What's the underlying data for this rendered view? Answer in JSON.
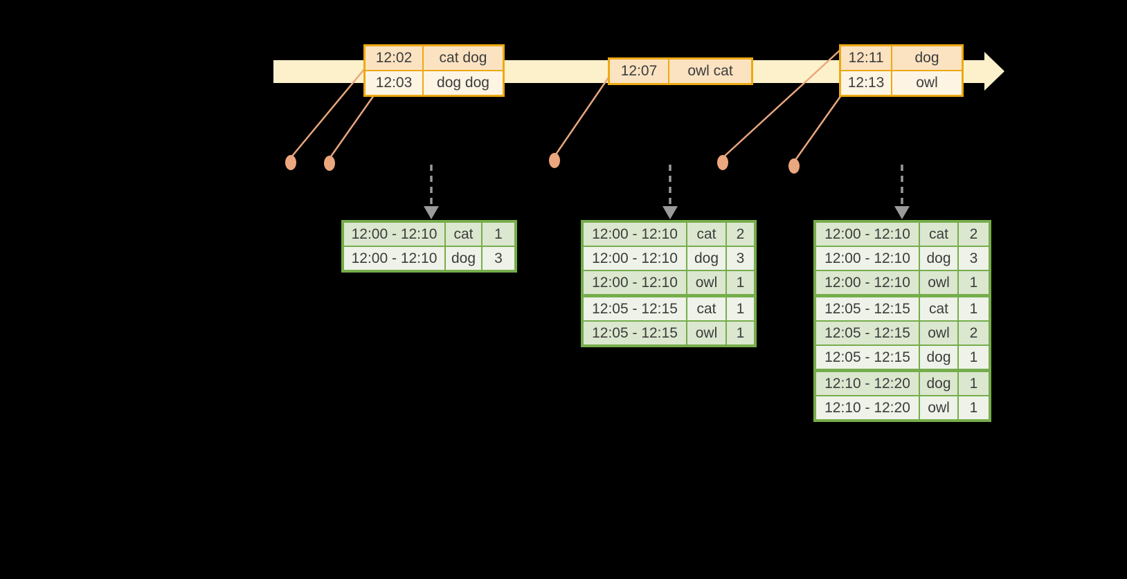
{
  "colors": {
    "background": "#000000",
    "timeline_band": "#fdf1cb",
    "event_border": "#eda912",
    "event_fill_dark": "#fbe2c1",
    "event_fill_light": "#fdf4e3",
    "marker_salmon": "#eba77d",
    "trigger_arrow_gray": "#9b9b9b",
    "table_border_green": "#76ad4b",
    "table_fill_dark": "#dce7d0",
    "table_fill_light": "#eef2e8",
    "text": "#3c3c3c"
  },
  "events": {
    "box1": {
      "rows": [
        {
          "time": "12:02",
          "words": "cat dog"
        },
        {
          "time": "12:03",
          "words": "dog dog"
        }
      ]
    },
    "box2": {
      "rows": [
        {
          "time": "12:07",
          "words": "owl cat"
        }
      ]
    },
    "box3": {
      "rows": [
        {
          "time": "12:11",
          "words": "dog"
        },
        {
          "time": "12:13",
          "words": "owl"
        }
      ]
    }
  },
  "tables": {
    "t1": {
      "rows": [
        {
          "window": "12:00 - 12:10",
          "word": "cat",
          "count": "1"
        },
        {
          "window": "12:00 - 12:10",
          "word": "dog",
          "count": "3"
        }
      ]
    },
    "t2": {
      "rows": [
        {
          "window": "12:00 - 12:10",
          "word": "cat",
          "count": "2"
        },
        {
          "window": "12:00 - 12:10",
          "word": "dog",
          "count": "3"
        },
        {
          "window": "12:00 - 12:10",
          "word": "owl",
          "count": "1"
        },
        {
          "window": "12:05 - 12:15",
          "word": "cat",
          "count": "1"
        },
        {
          "window": "12:05 - 12:15",
          "word": "owl",
          "count": "1"
        }
      ]
    },
    "t3": {
      "rows": [
        {
          "window": "12:00 - 12:10",
          "word": "cat",
          "count": "2"
        },
        {
          "window": "12:00 - 12:10",
          "word": "dog",
          "count": "3"
        },
        {
          "window": "12:00 - 12:10",
          "word": "owl",
          "count": "1"
        },
        {
          "window": "12:05 - 12:15",
          "word": "cat",
          "count": "1"
        },
        {
          "window": "12:05 - 12:15",
          "word": "owl",
          "count": "2"
        },
        {
          "window": "12:05 - 12:15",
          "word": "dog",
          "count": "1"
        },
        {
          "window": "12:10 - 12:20",
          "word": "dog",
          "count": "1"
        },
        {
          "window": "12:10 - 12:20",
          "word": "owl",
          "count": "1"
        }
      ]
    }
  }
}
